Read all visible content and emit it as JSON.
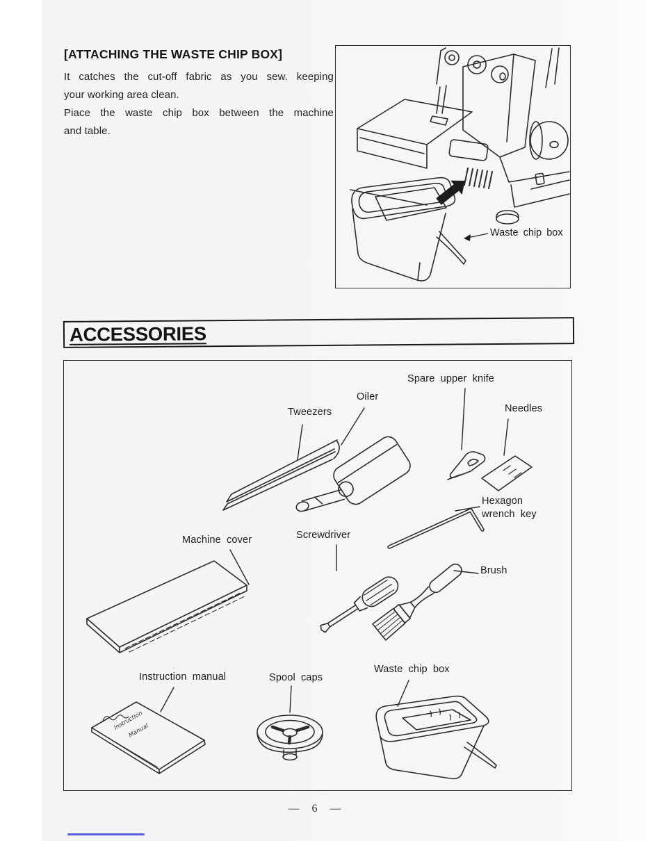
{
  "page": {
    "page_number": "— 6 —",
    "footer_line_color": "#585ae0"
  },
  "attaching_section": {
    "heading": "[ATTACHING THE WASTE CHIP BOX]",
    "body_lines": {
      "l1": "It catches the cut-off fabric as you sew. keeping",
      "l2": "your working area clean.",
      "l3": "Piace the waste chip box between the machine",
      "l4": "and table."
    },
    "figure_label": "Waste chip box"
  },
  "accessories": {
    "heading": "ACCESSORIES",
    "labels": {
      "tweezers": "Tweezers",
      "oiler": "Oiler",
      "spare_upper_knife": "Spare upper knife",
      "needles": "Needles",
      "hexagon_wrench_key": "Hexagon wrench key",
      "machine_cover": "Machine cover",
      "screwdriver": "Screwdriver",
      "brush": "Brush",
      "instruction_manual": "Instruction manual",
      "spool_caps": "Spool caps",
      "waste_chip_box": "Waste chip box"
    },
    "manual_cover_scribble": [
      "Instruction",
      "Manual"
    ]
  }
}
